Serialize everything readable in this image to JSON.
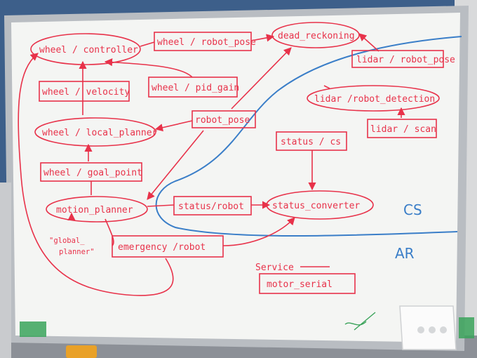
{
  "colors": {
    "ink_red": "#e8324a",
    "ink_blue": "#3a7ec8",
    "board": "#f4f5f3",
    "frame": "#b9bdc2",
    "wall": "#3d5f8a"
  },
  "nodes": {
    "wheel_controller": "wheel / controller",
    "wheel_robot_pose": "wheel / robot_pose",
    "dead_reckoning": "dead_reckoning",
    "lidar_robot_pose": "lidar / robot_pose",
    "wheel_velocity": "wheel / velocity",
    "wheel_pid_gain": "wheel / pid_gain",
    "lidar_robot_detection": "lidar /robot_detection",
    "robot_pose": "robot_pose",
    "wheel_local_planner": "wheel / local_planner",
    "status_cs": "status / cs",
    "lidar_scan": "lidar / scan",
    "wheel_goal_point": "wheel / goal_point",
    "motion_planner": "motion_planner",
    "status_robot": "status/robot",
    "status_converter": "status_converter",
    "global_planner_line1": "\"global_",
    "global_planner_line2": "planner\"",
    "emergency_robot": "emergency /robot",
    "service_label": "Service",
    "motor_serial": "motor_serial"
  },
  "regions": {
    "cs": "CS",
    "ar": "AR"
  }
}
